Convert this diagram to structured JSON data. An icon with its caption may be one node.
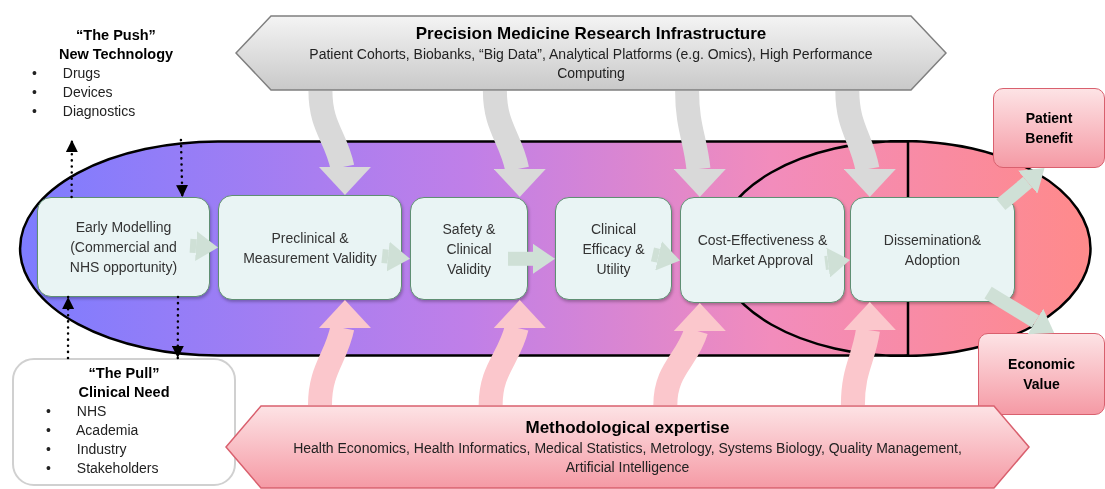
{
  "diagram": {
    "nodes": [
      {
        "text": [
          "“The Push”",
          "New Technology",
          "• Drugs",
          "• Devices",
          "• Diagnostics"
        ]
      },
      {
        "text": [
          "Precision Medicine Research Infrastructure",
          "Patient Cohorts, Biobanks, “Big Data”, Analytical Platforms (e.g. Omics), High Performance Computing"
        ]
      },
      {
        "text": [],
        "shape": "band"
      },
      {
        "text": [
          "Early Modelling (Commercial and NHS opportunity)"
        ],
        "in": 2
      },
      {
        "text": [
          "Preclinical & Measurement Validity"
        ],
        "in": 2
      },
      {
        "text": [
          "Safety & Clinical Validity"
        ],
        "in": 2
      },
      {
        "text": [
          "Clinical Efficacy & Utility"
        ],
        "in": 2
      },
      {
        "text": [
          "Cost-Effectiveness & Market Approval"
        ],
        "in": 2
      },
      {
        "text": [
          "Dissemination& Adoption"
        ],
        "in": 2
      },
      {
        "text": [
          "Patient Benefit"
        ]
      },
      {
        "text": [
          "Economic Value"
        ]
      },
      {
        "text": [
          "“The Pull”",
          "Clinical Need",
          "• NHS",
          "• Academia",
          "• Industry",
          "• Stakeholders"
        ]
      },
      {
        "text": [
          "Methodological expertise",
          "Health Economics, Health Informatics, Medical Statistics, Metrology, Systems Biology, Quality Management, Artificial Intelligence"
        ]
      }
    ],
    "edges": [
      {
        "from": 3,
        "to": 4,
        "arrow": "to"
      },
      {
        "from": 4,
        "to": 5,
        "arrow": "to"
      },
      {
        "from": 5,
        "to": 6,
        "arrow": "to"
      },
      {
        "from": 6,
        "to": 7,
        "arrow": "to"
      },
      {
        "from": 7,
        "to": 8,
        "arrow": "to"
      },
      {
        "from": 8,
        "to": 9,
        "arrow": "to"
      },
      {
        "from": 8,
        "to": 10,
        "arrow": "to"
      },
      {
        "from": 1,
        "to": 4,
        "arrow": "to",
        "color": "#d9d9d9"
      },
      {
        "from": 1,
        "to": 5,
        "arrow": "to",
        "color": "#d9d9d9"
      },
      {
        "from": 1,
        "to": 7,
        "arrow": "to",
        "color": "#d9d9d9"
      },
      {
        "from": 1,
        "to": 8,
        "arrow": "to",
        "color": "#d9d9d9"
      },
      {
        "from": 12,
        "to": 4,
        "arrow": "to",
        "color": "#fbc7cc"
      },
      {
        "from": 12,
        "to": 5,
        "arrow": "to",
        "color": "#fbc7cc"
      },
      {
        "from": 12,
        "to": 7,
        "arrow": "to",
        "color": "#fbc7cc"
      },
      {
        "from": 12,
        "to": 8,
        "arrow": "to",
        "color": "#fbc7cc"
      },
      {
        "from": 3,
        "to": 0,
        "arrow": "to",
        "style": "dashed",
        "color": "#000000"
      },
      {
        "from": 0,
        "to": 3,
        "arrow": "to",
        "style": "dashed",
        "color": "#000000"
      },
      {
        "from": 11,
        "to": 3,
        "arrow": "to",
        "style": "dashed",
        "color": "#000000"
      },
      {
        "from": 3,
        "to": 11,
        "arrow": "to",
        "style": "dashed",
        "color": "#000000"
      }
    ]
  }
}
